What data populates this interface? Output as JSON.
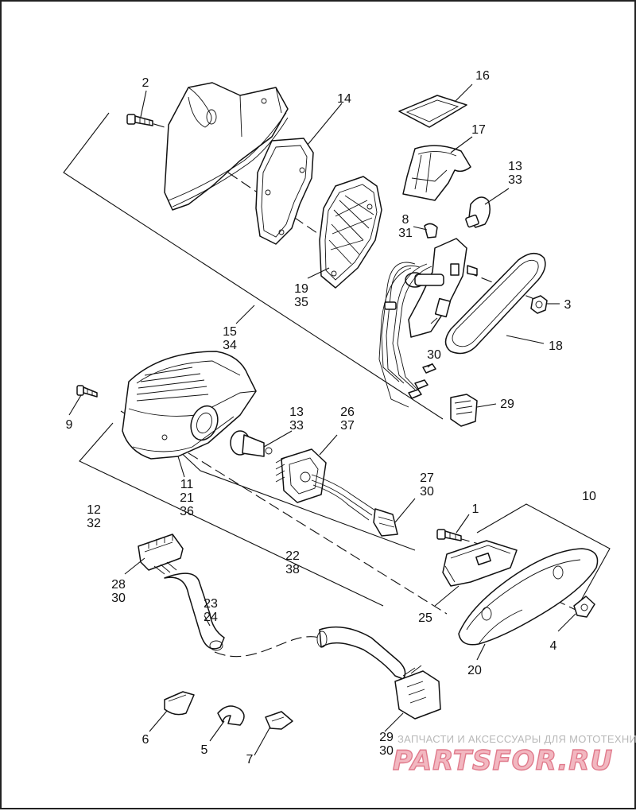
{
  "callouts": [
    {
      "id": "c2",
      "lines": [
        "2"
      ]
    },
    {
      "id": "c14",
      "lines": [
        "14"
      ]
    },
    {
      "id": "c16",
      "lines": [
        "16"
      ]
    },
    {
      "id": "c17",
      "lines": [
        "17"
      ]
    },
    {
      "id": "c13a",
      "lines": [
        "13",
        "33"
      ]
    },
    {
      "id": "c8",
      "lines": [
        "8",
        "31"
      ]
    },
    {
      "id": "c19",
      "lines": [
        "19",
        "35"
      ]
    },
    {
      "id": "c3",
      "lines": [
        "3"
      ]
    },
    {
      "id": "c15",
      "lines": [
        "15",
        "34"
      ]
    },
    {
      "id": "c18",
      "lines": [
        "18"
      ]
    },
    {
      "id": "c30a",
      "lines": [
        "30"
      ]
    },
    {
      "id": "c29a",
      "lines": [
        "29"
      ]
    },
    {
      "id": "c9",
      "lines": [
        "9"
      ]
    },
    {
      "id": "c13b",
      "lines": [
        "13",
        "33"
      ]
    },
    {
      "id": "c26",
      "lines": [
        "26",
        "37"
      ]
    },
    {
      "id": "c11",
      "lines": [
        "11",
        "21",
        "36"
      ]
    },
    {
      "id": "c27",
      "lines": [
        "27",
        "30"
      ]
    },
    {
      "id": "c12",
      "lines": [
        "12",
        "32"
      ]
    },
    {
      "id": "c1",
      "lines": [
        "1"
      ]
    },
    {
      "id": "c10",
      "lines": [
        "10"
      ]
    },
    {
      "id": "c22",
      "lines": [
        "22",
        "38"
      ]
    },
    {
      "id": "c28",
      "lines": [
        "28",
        "30"
      ]
    },
    {
      "id": "c23",
      "lines": [
        "23",
        "24"
      ]
    },
    {
      "id": "c25",
      "lines": [
        "25"
      ]
    },
    {
      "id": "c4",
      "lines": [
        "4"
      ]
    },
    {
      "id": "c20",
      "lines": [
        "20"
      ]
    },
    {
      "id": "c6",
      "lines": [
        "6"
      ]
    },
    {
      "id": "c5",
      "lines": [
        "5"
      ]
    },
    {
      "id": "c7",
      "lines": [
        "7"
      ]
    },
    {
      "id": "c29b",
      "lines": [
        "29",
        "30"
      ]
    }
  ],
  "watermark": {
    "tagline": "ЗАПЧАСТИ И АКСЕССУАРЫ ДЛЯ МОТОТЕХНИКИ",
    "logo": "PARTSFOR.RU"
  },
  "colors": {
    "line": "#111111",
    "background": "#ffffff",
    "watermark_logo_fill": "#f2b7c0",
    "watermark_logo_stroke": "#e07a8c",
    "watermark_text": "#b8b8b8"
  }
}
